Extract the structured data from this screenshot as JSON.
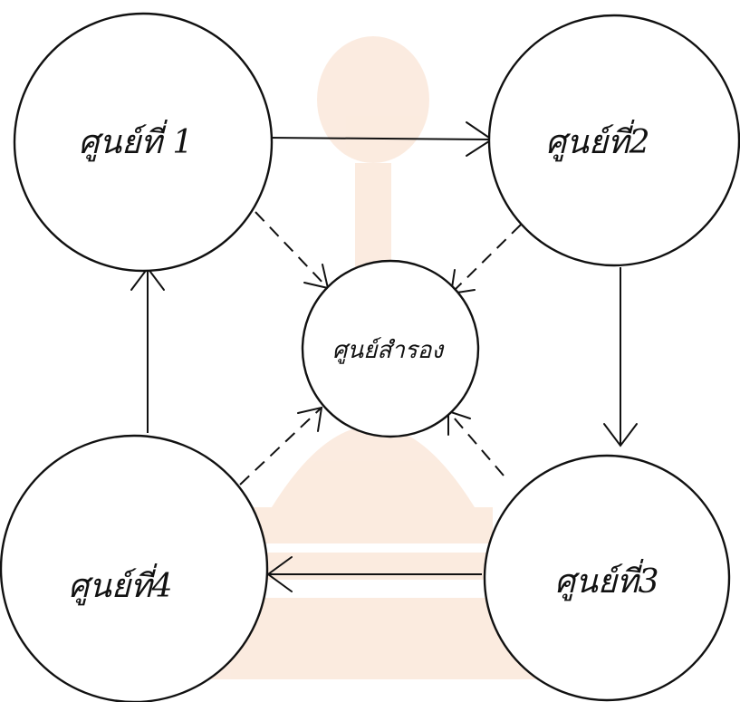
{
  "diagram": {
    "nodes": {
      "center1": {
        "label": "ศูนย์ที่ 1"
      },
      "center2": {
        "label": "ศูนย์ที่2"
      },
      "center3": {
        "label": "ศูนย์ที่3"
      },
      "center4": {
        "label": "ศูนย์ที่4"
      },
      "hub": {
        "label": "ศูนย์สำรอง"
      }
    }
  }
}
